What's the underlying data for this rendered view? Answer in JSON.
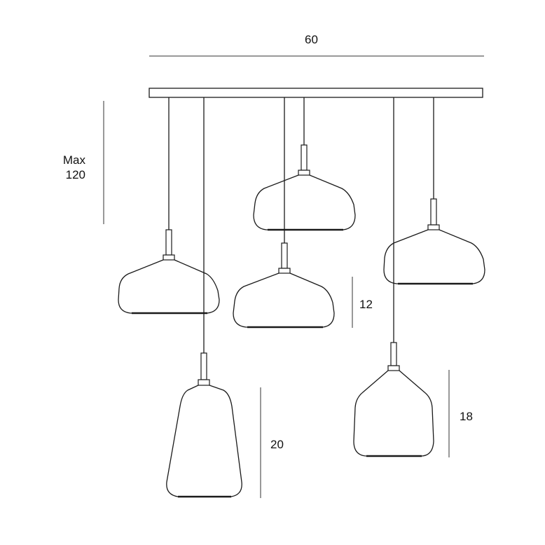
{
  "dimensions": {
    "width": "60",
    "max_height_line1": "Max",
    "max_height_line2": "120",
    "shade_small_height": "12",
    "shade_tall_height": "20",
    "shade_medium_height": "18"
  },
  "colors": {
    "line": "#1a1a1a",
    "background": "#ffffff"
  }
}
